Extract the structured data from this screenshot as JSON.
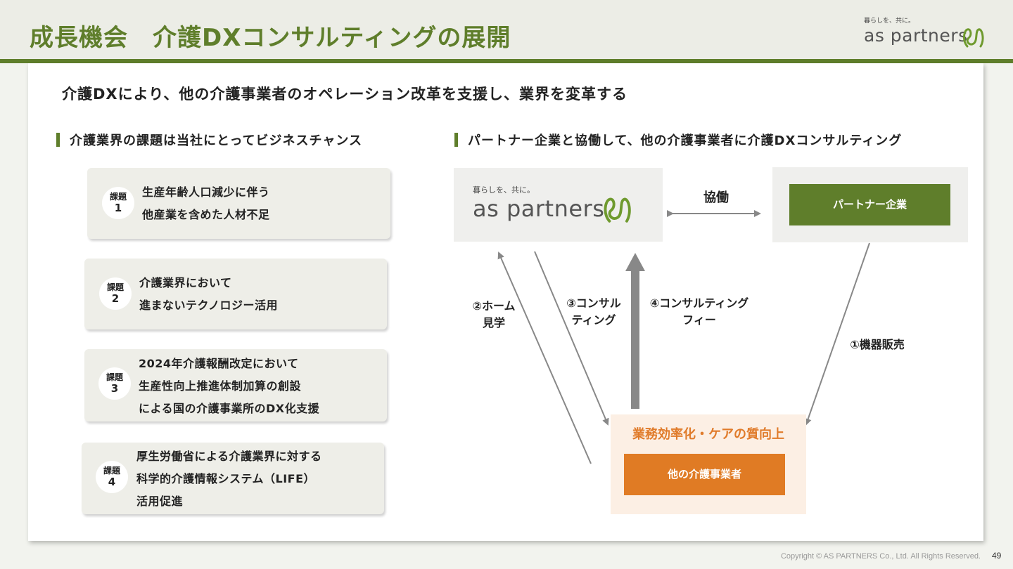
{
  "header": {
    "title": "成長機会　介護DXコンサルティングの展開",
    "logo_tagline": "暮らしを、共に。",
    "logo_word": "as partners"
  },
  "headline": "介護DXにより、他の介護事業者のオペレーション改革を支援し、業界を変革する",
  "left_section": {
    "heading": "介護業界の課題は当社にとってビジネスチャンス",
    "issues": [
      {
        "badge_label": "課題",
        "badge_num": "1",
        "lines": [
          "生産年齢人口減少に伴う",
          "他産業を含めた人材不足"
        ]
      },
      {
        "badge_label": "課題",
        "badge_num": "2",
        "lines": [
          "介護業界において",
          "進まないテクノロジー活用"
        ]
      },
      {
        "badge_label": "課題",
        "badge_num": "3",
        "lines": [
          "2024年介護報酬改定において",
          "生産性向上推進体制加算の創設",
          "による国の介護事業所のDX化支援"
        ]
      },
      {
        "badge_label": "課題",
        "badge_num": "4",
        "lines": [
          "厚生労働省による介護業界に対する",
          "科学的介護情報システム（LIFE）",
          "活用促進"
        ]
      }
    ]
  },
  "right_section": {
    "heading": "パートナー企業と協働して、他の介護事業者に介護DXコンサルティング",
    "company_logo_tagline": "暮らしを、共に。",
    "company_logo_word": "as partners",
    "collab_label": "協働",
    "partner_label": "パートナー企業",
    "flows": {
      "home_visit": [
        "②ホーム",
        "見学"
      ],
      "consulting": [
        "③コンサル",
        "ティング"
      ],
      "fee": [
        "④コンサルティング",
        "フィー"
      ],
      "equipment": [
        "①機器販売"
      ]
    },
    "target_title": "業務効率化・ケアの質向上",
    "target_label": "他の介護事業者"
  },
  "footer": {
    "copyright": "Copyright © AS PARTNERS Co., Ltd. All Rights Reserved.",
    "page": "49"
  },
  "colors": {
    "brand_green": "#5f7e2b",
    "accent_orange": "#e07b24",
    "orange_bg": "#fcefe4"
  }
}
